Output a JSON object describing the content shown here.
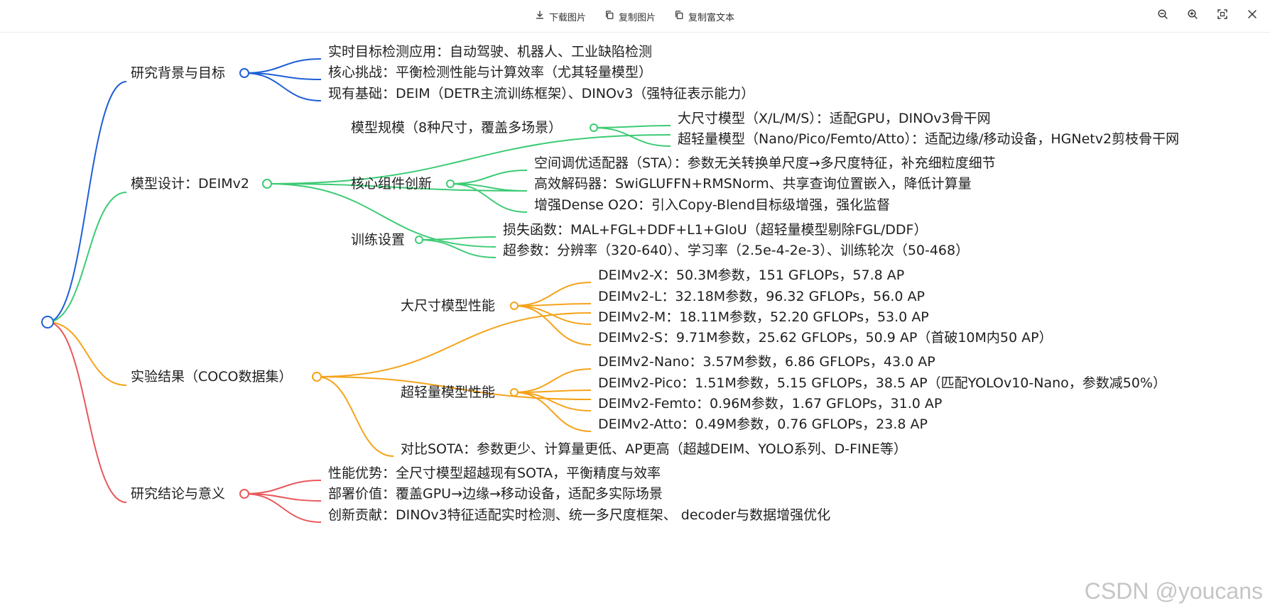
{
  "toolbar": {
    "download_label": "下载图片",
    "copy_image_label": "复制图片",
    "copy_rich_label": "复制富文本",
    "icons": [
      "download-icon",
      "copy-icon",
      "copy-rich-icon",
      "zoom-out-icon",
      "zoom-in-icon",
      "fit-screen-icon",
      "close-icon"
    ]
  },
  "colors": {
    "branch1": "#1f5fd6",
    "branch2": "#3ccb74",
    "branch3": "#f5a31a",
    "branch4": "#e8585a"
  },
  "mindmap": {
    "branches": [
      {
        "label": "研究背景与目标",
        "children": [
          {
            "label": "实时目标检测应用：自动驾驶、机器人、工业缺陷检测"
          },
          {
            "label": "核心挑战：平衡检测性能与计算效率（尤其轻量模型）"
          },
          {
            "label": "现有基础：DEIM（DETR主流训练框架）、DINOv3（强特征表示能力）"
          }
        ]
      },
      {
        "label": "模型设计：DEIMv2",
        "children": [
          {
            "label": "模型规模（8种尺寸，覆盖多场景）",
            "children": [
              {
                "label": "大尺寸模型（X/L/M/S）：适配GPU，DINOv3骨干网"
              },
              {
                "label": "超轻量模型（Nano/Pico/Femto/Atto）：适配边缘/移动设备，HGNetv2剪枝骨干网"
              }
            ]
          },
          {
            "label": "核心组件创新",
            "children": [
              {
                "label": "空间调优适配器（STA）：参数无关转换单尺度→多尺度特征，补充细粒度细节"
              },
              {
                "label": "高效解码器：SwiGLUFFN+RMSNorm、共享查询位置嵌入，降低计算量"
              },
              {
                "label": "增强Dense O2O：引入Copy-Blend目标级增强，强化监督"
              }
            ]
          },
          {
            "label": "训练设置",
            "children": [
              {
                "label": "损失函数：MAL+FGL+DDF+L1+GIoU（超轻量模型剔除FGL/DDF）"
              },
              {
                "label": "超参数：分辨率（320-640）、学习率（2.5e-4-2e-3）、训练轮次（50-468）"
              }
            ]
          }
        ]
      },
      {
        "label": "实验结果（COCO数据集）",
        "children": [
          {
            "label": "大尺寸模型性能",
            "children": [
              {
                "label": "DEIMv2-X：50.3M参数，151 GFLOPs，57.8 AP"
              },
              {
                "label": "DEIMv2-L：32.18M参数，96.32 GFLOPs，56.0 AP"
              },
              {
                "label": "DEIMv2-M：18.11M参数，52.20 GFLOPs，53.0 AP"
              },
              {
                "label": "DEIMv2-S：9.71M参数，25.62 GFLOPs，50.9 AP（首破10M内50 AP）"
              }
            ]
          },
          {
            "label": "超轻量模型性能",
            "children": [
              {
                "label": "DEIMv2-Nano：3.57M参数，6.86 GFLOPs，43.0 AP"
              },
              {
                "label": "DEIMv2-Pico：1.51M参数，5.15 GFLOPs，38.5 AP（匹配YOLOv10-Nano，参数减50%）"
              },
              {
                "label": "DEIMv2-Femto：0.96M参数，1.67 GFLOPs，31.0 AP"
              },
              {
                "label": "DEIMv2-Atto：0.49M参数，0.76 GFLOPs，23.8 AP"
              }
            ]
          },
          {
            "label": "对比SOTA：参数更少、计算量更低、AP更高（超越DEIM、YOLO系列、D-FINE等）"
          }
        ]
      },
      {
        "label": "研究结论与意义",
        "children": [
          {
            "label": "性能优势：全尺寸模型超越现有SOTA，平衡精度与效率"
          },
          {
            "label": "部署价值：覆盖GPU→边缘→移动设备，适配多实际场景"
          },
          {
            "label": "创新贡献：DINOv3特征适配实时检测、统一多尺度框架、 decoder与数据增强优化"
          }
        ]
      }
    ]
  },
  "watermark": "CSDN @youcans"
}
